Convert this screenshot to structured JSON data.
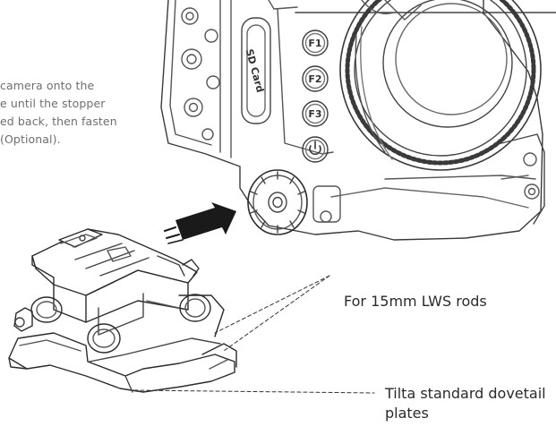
{
  "instruction": {
    "lines": [
      "camera onto the",
      "e until the stopper",
      "ed back, then fasten",
      "(Optional)."
    ]
  },
  "callouts": {
    "rods": "For 15mm LWS rods",
    "dovetail_line1": "Tilta standard dovetail",
    "dovetail_line2": "plates"
  },
  "camera": {
    "sd_label": "SD Card",
    "buttons": [
      "F1",
      "F2",
      "F3"
    ],
    "power_icon": "power-icon"
  },
  "icons": {
    "arrow": "insert-direction-arrow-icon"
  }
}
